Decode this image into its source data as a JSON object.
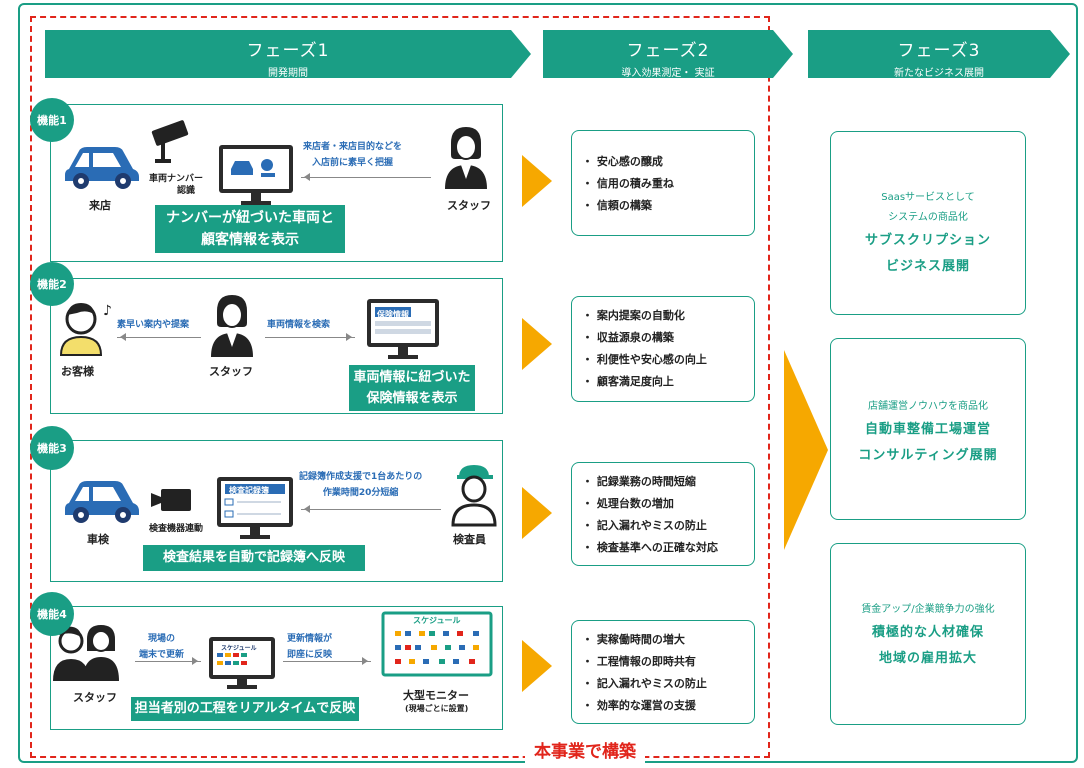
{
  "footer_label": "本事業で構築",
  "phases": [
    {
      "title": "フェーズ1",
      "subtitle": "開発期間"
    },
    {
      "title": "フェーズ2",
      "subtitle": "導入効果測定・ 実証"
    },
    {
      "title": "フェーズ3",
      "subtitle": "新たなビジネス展開"
    }
  ],
  "features": [
    {
      "badge": "機能1",
      "banner": [
        "ナンバーが紐づいた車両と",
        "顧客情報を表示"
      ],
      "labels": {
        "car": "来店",
        "camera": "車両ナンバー",
        "camera_sub": "認識",
        "staff": "スタッフ"
      },
      "note": [
        "来店者・来店目的などを",
        "入店前に素早く把握"
      ]
    },
    {
      "badge": "機能2",
      "banner": [
        "車両情報に紐づいた",
        "保険情報を表示"
      ],
      "labels": {
        "customer": "お客様",
        "staff": "スタッフ",
        "monitor_title": "保険情報"
      },
      "notes": [
        "素早い案内や提案",
        "車両情報を検索"
      ]
    },
    {
      "badge": "機能3",
      "banner": [
        "検査結果を自動で記録簿へ反映"
      ],
      "labels": {
        "car": "車検",
        "device": "検査機器連動",
        "inspector": "検査員",
        "monitor_title": "検査記録簿"
      },
      "note": [
        "記録簿作成支援で1台あたりの",
        "作業時間20分短縮"
      ]
    },
    {
      "badge": "機能4",
      "banner": [
        "担当者別の工程をリアルタイムで反映"
      ],
      "labels": {
        "staff": "スタッフ",
        "monitor_small": "スケジュール",
        "monitor_big": "スケジュール",
        "big_monitor": "大型モニター",
        "big_monitor_sub": "(現場ごとに設置)"
      },
      "notes": [
        [
          "現場の",
          "端末で更新"
        ],
        [
          "更新情報が",
          "即座に反映"
        ]
      ]
    }
  ],
  "effects": [
    [
      "・ 安心感の醸成",
      "・ 信用の積み重ね",
      "・ 信頼の構築"
    ],
    [
      "・ 案内提案の自動化",
      "・ 収益源泉の構築",
      "・ 利便性や安心感の向上",
      "・ 顧客満足度向上"
    ],
    [
      "・ 記録業務の時間短縮",
      "・ 処理台数の増加",
      "・ 記入漏れやミスの防止",
      "・ 検査基準への正確な対応"
    ],
    [
      "・ 実稼働時間の増大",
      "・ 工程情報の即時共有",
      "・ 記入漏れやミスの防止",
      "・ 効率的な運営の支援"
    ]
  ],
  "phase3_boxes": [
    {
      "small": [
        "Saasサービスとして",
        "システムの商品化"
      ],
      "large": [
        "サブスクリプション",
        "ビジネス展開"
      ]
    },
    {
      "small": [
        "店舗運営ノウハウを商品化"
      ],
      "large": [
        "自動車整備工場運営",
        "コンサルティング展開"
      ]
    },
    {
      "small": [
        "賃金アップ/企業競争力の強化"
      ],
      "large": [
        "積極的な人材確保",
        "地域の雇用拡大"
      ]
    }
  ],
  "colors": {
    "teal": "#1a9e85",
    "red": "#e1251b",
    "orange": "#f6a800",
    "blue": "#2a6cb5",
    "navy": "#1f3b6e"
  }
}
